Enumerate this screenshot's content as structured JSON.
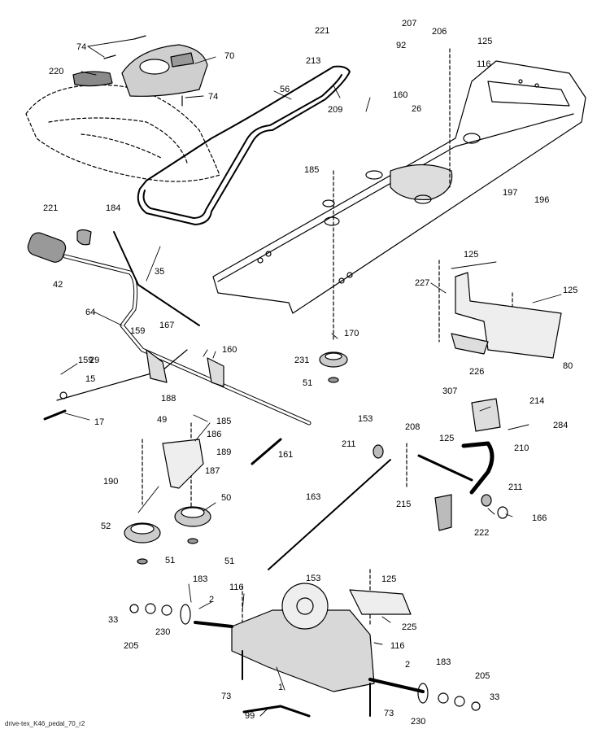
{
  "caption": "drive-tex_K46_pedal_70_r2",
  "callouts": [
    "74",
    "70",
    "220",
    "74",
    "221",
    "213",
    "207",
    "92",
    "206",
    "125",
    "116",
    "56",
    "160",
    "26",
    "209",
    "185",
    "197",
    "196",
    "221",
    "184",
    "42",
    "35",
    "64",
    "159",
    "167",
    "160",
    "159",
    "29",
    "15",
    "17",
    "188",
    "49",
    "185",
    "186",
    "189",
    "187",
    "161",
    "190",
    "50",
    "52",
    "51",
    "51",
    "231",
    "170",
    "51",
    "125",
    "227",
    "125",
    "80",
    "226",
    "307",
    "214",
    "284",
    "153",
    "208",
    "211",
    "125",
    "210",
    "163",
    "215",
    "211",
    "222",
    "166",
    "183",
    "116",
    "2",
    "33",
    "205",
    "230",
    "153",
    "125",
    "225",
    "116",
    "2",
    "73",
    "1",
    "183",
    "205",
    "99",
    "73",
    "230",
    "33"
  ]
}
